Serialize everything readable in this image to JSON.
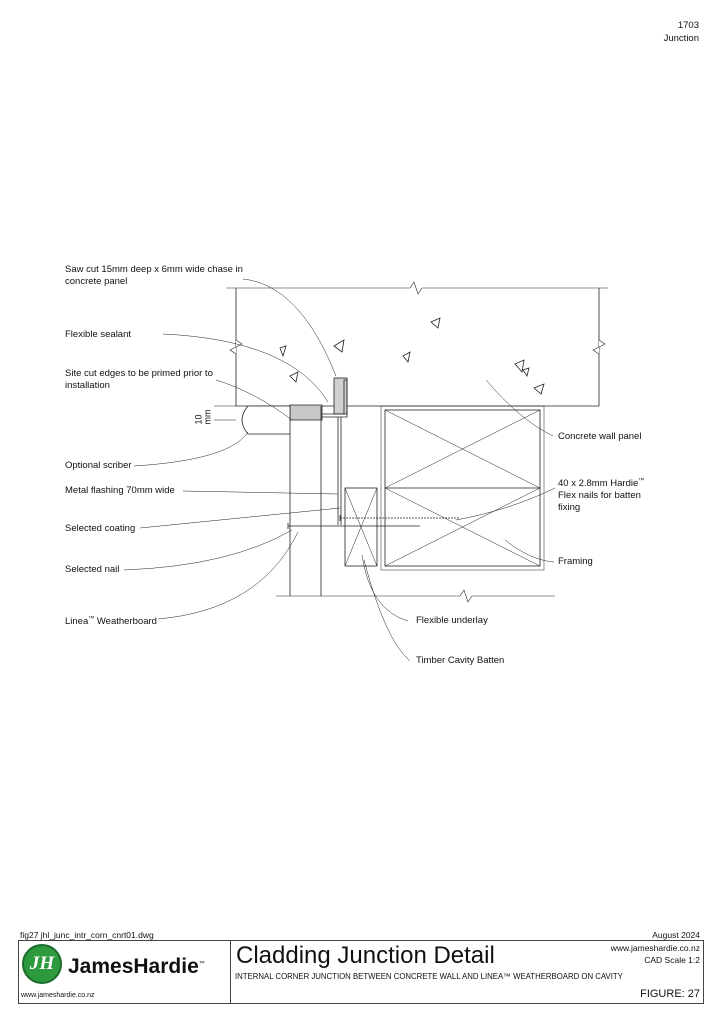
{
  "header": {
    "number": "1703",
    "category": "Junction"
  },
  "labels": {
    "saw_cut": "Saw cut 15mm deep x 6mm wide chase in concrete panel",
    "flexible_sealant": "Flexible sealant",
    "site_cut": "Site cut edges to be primed prior to installation",
    "dim_value": "10",
    "dim_unit": "mm",
    "optional_scriber": "Optional scriber",
    "metal_flashing": "Metal flashing 70mm wide",
    "selected_coating": "Selected coating",
    "selected_nail": "Selected nail",
    "linea_name": "Linea",
    "linea_tm": "™",
    "linea_rest": " Weatherboard",
    "concrete_wall_panel": "Concrete wall panel",
    "hardie_flex_a": "40 x 2.8mm Hardie",
    "hardie_flex_tm": "™",
    "hardie_flex_b": "Flex nails for batten",
    "hardie_flex_c": "fixing",
    "framing": "Framing",
    "flexible_underlay": "Flexible underlay",
    "timber_cavity_batten": "Timber Cavity Batten"
  },
  "title_block": {
    "file_name": "fig27 jhl_junc_intr_corn_cnrt01.dwg",
    "date": "August 2024",
    "logo_initials": "JH",
    "logo_text": "JamesHardie",
    "logo_tm": "™",
    "website_small": "www.jameshardie.co.nz",
    "title": "Cladding Junction Detail",
    "subtitle": "INTERNAL CORNER JUNCTION BETWEEN CONCRETE WALL AND LINEA™ WEATHERBOARD ON CAVITY",
    "website": "www.jameshardie.co.nz",
    "scale": "CAD Scale 1:2",
    "figure": "FIGURE: 27"
  },
  "colors": {
    "brand_green": "#2e9a3e",
    "line": "#222222",
    "flashing_fill": "#c8c8c8"
  }
}
